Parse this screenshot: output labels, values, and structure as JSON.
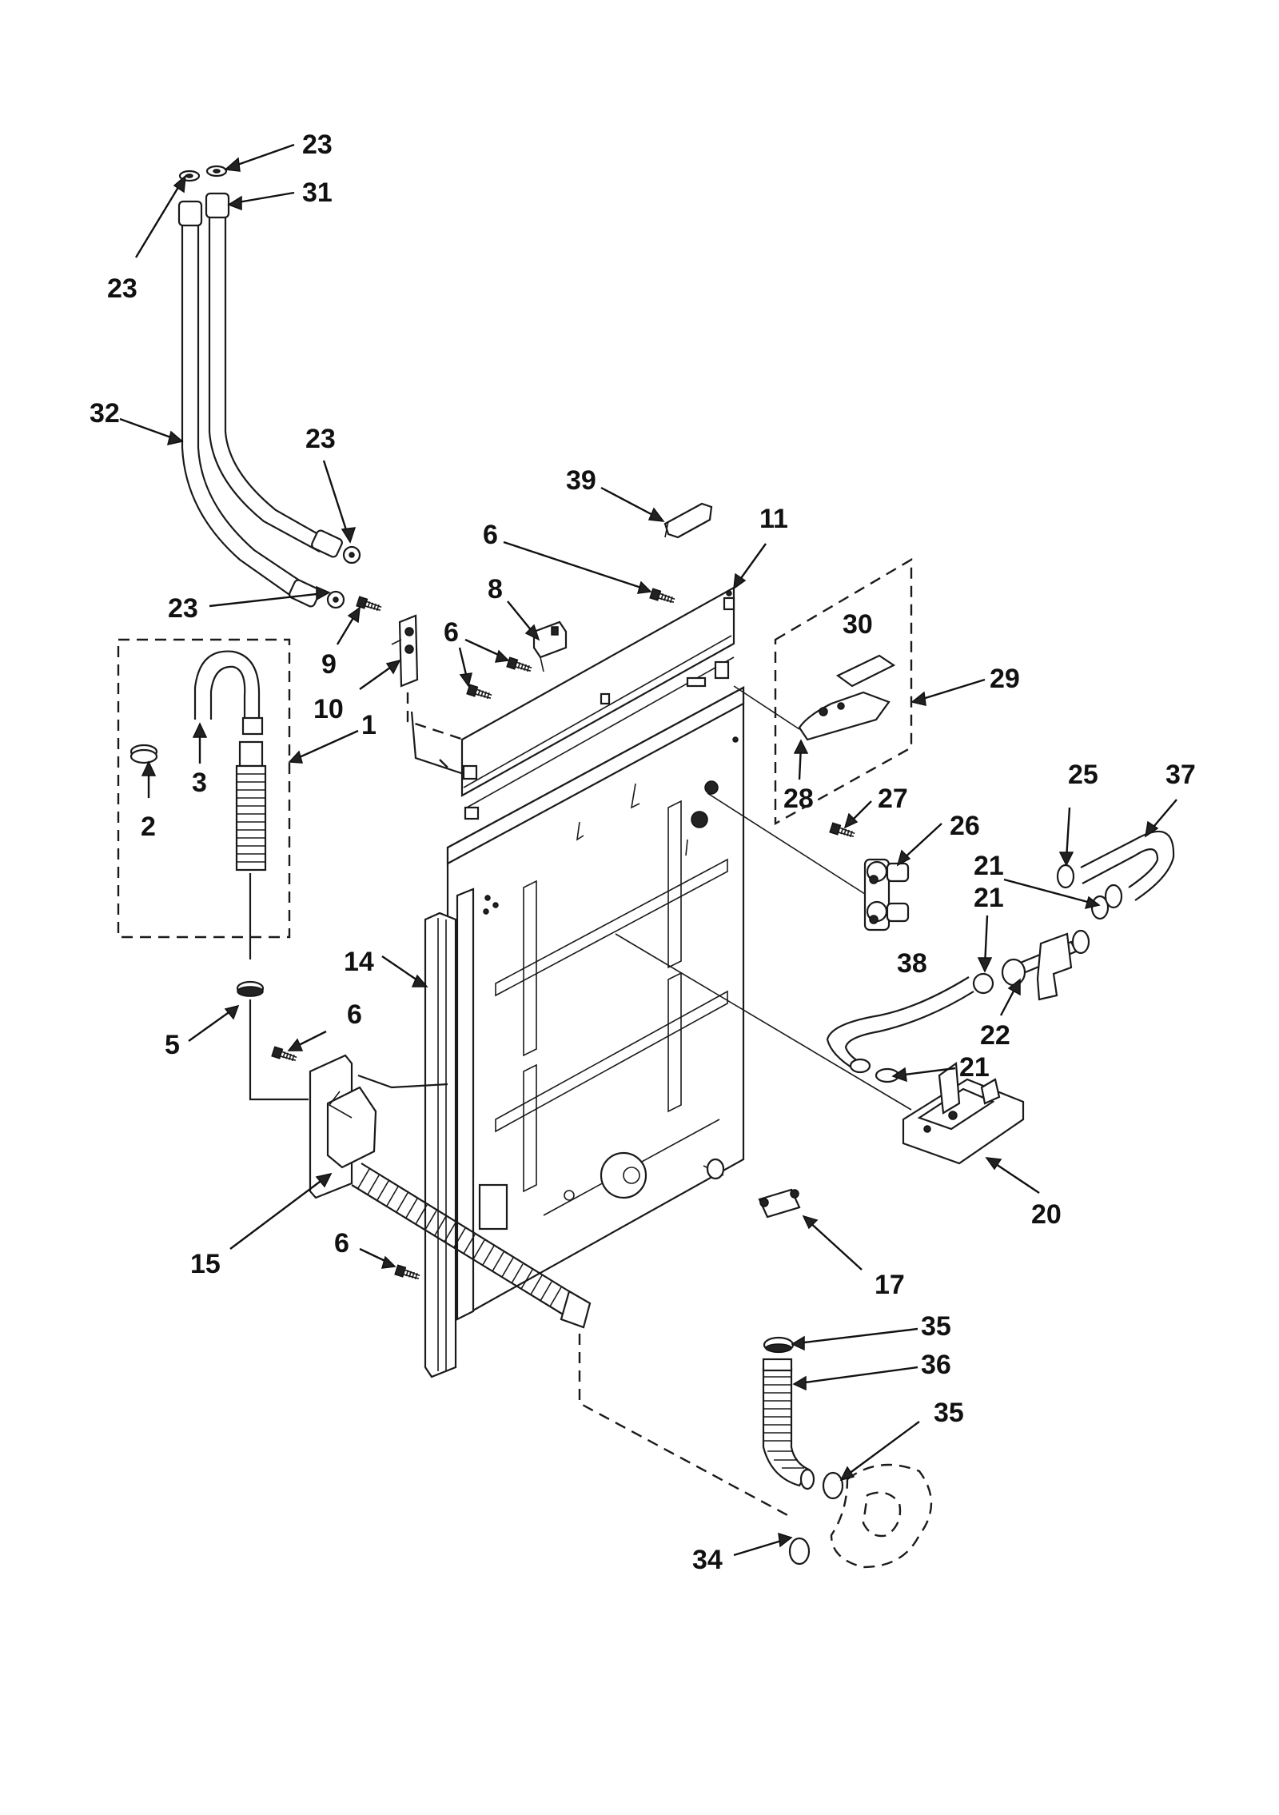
{
  "callouts": [
    {
      "id": "c23a",
      "text": "23"
    },
    {
      "id": "c31",
      "text": "31"
    },
    {
      "id": "c23b",
      "text": "23"
    },
    {
      "id": "c32",
      "text": "32"
    },
    {
      "id": "c23c",
      "text": "23"
    },
    {
      "id": "c23d",
      "text": "23"
    },
    {
      "id": "c39",
      "text": "39"
    },
    {
      "id": "c11",
      "text": "11"
    },
    {
      "id": "c6a",
      "text": "6"
    },
    {
      "id": "c8",
      "text": "8"
    },
    {
      "id": "c6b",
      "text": "6"
    },
    {
      "id": "c9",
      "text": "9"
    },
    {
      "id": "c10",
      "text": "10"
    },
    {
      "id": "c1",
      "text": "1"
    },
    {
      "id": "c3",
      "text": "3"
    },
    {
      "id": "c2",
      "text": "2"
    },
    {
      "id": "c30",
      "text": "30"
    },
    {
      "id": "c29",
      "text": "29"
    },
    {
      "id": "c28",
      "text": "28"
    },
    {
      "id": "c27",
      "text": "27"
    },
    {
      "id": "c26",
      "text": "26"
    },
    {
      "id": "c25",
      "text": "25"
    },
    {
      "id": "c37",
      "text": "37"
    },
    {
      "id": "c21a",
      "text": "21"
    },
    {
      "id": "c21b",
      "text": "21"
    },
    {
      "id": "c38",
      "text": "38"
    },
    {
      "id": "c22",
      "text": "22"
    },
    {
      "id": "c21c",
      "text": "21"
    },
    {
      "id": "c14",
      "text": "14"
    },
    {
      "id": "c6c",
      "text": "6"
    },
    {
      "id": "c5",
      "text": "5"
    },
    {
      "id": "c20",
      "text": "20"
    },
    {
      "id": "c15",
      "text": "15"
    },
    {
      "id": "c6d",
      "text": "6"
    },
    {
      "id": "c17",
      "text": "17"
    },
    {
      "id": "c35a",
      "text": "35"
    },
    {
      "id": "c36",
      "text": "36"
    },
    {
      "id": "c35b",
      "text": "35"
    },
    {
      "id": "c34",
      "text": "34"
    }
  ]
}
